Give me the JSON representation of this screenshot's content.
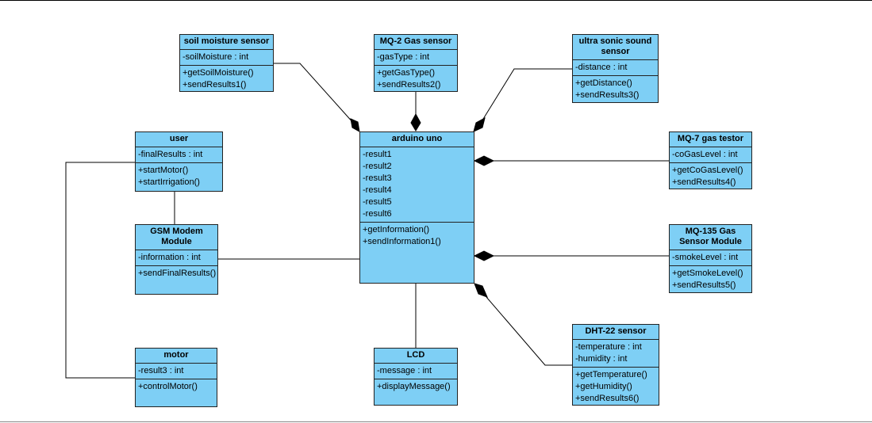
{
  "classes": {
    "soil": {
      "name": "soil moisture sensor",
      "attrs": [
        "-soilMoisture : int"
      ],
      "ops": [
        "+getSoilMoisture()",
        "+sendResults1()"
      ]
    },
    "mq2": {
      "name": "MQ-2 Gas sensor",
      "attrs": [
        "-gasType : int"
      ],
      "ops": [
        "+getGasType()",
        "+sendResults2()"
      ]
    },
    "ultra": {
      "name": "ultra sonic sound sensor",
      "attrs": [
        "-distance : int"
      ],
      "ops": [
        "+getDistance()",
        "+sendResults3()"
      ]
    },
    "user": {
      "name": "user",
      "attrs": [
        "-finalResults : int"
      ],
      "ops": [
        "+startMotor()",
        "+startIrrigation()"
      ]
    },
    "arduino": {
      "name": "arduino uno",
      "attrs": [
        "-result1",
        "-result2",
        "-result3",
        "-result4",
        "-result5",
        "-result6"
      ],
      "ops": [
        "+getInformation()",
        "+sendInformation1()"
      ]
    },
    "mq7": {
      "name": "MQ-7 gas testor",
      "attrs": [
        "-coGasLevel : int"
      ],
      "ops": [
        "+getCoGasLevel()",
        "+sendResults4()"
      ]
    },
    "gsm": {
      "name": "GSM Modem Module",
      "attrs": [
        "-information : int"
      ],
      "ops": [
        "+sendFinalResults()"
      ]
    },
    "mq135": {
      "name": "MQ-135 Gas Sensor Module",
      "attrs": [
        "-smokeLevel : int"
      ],
      "ops": [
        "+getSmokeLevel()",
        "+sendResults5()"
      ]
    },
    "motor": {
      "name": "motor",
      "attrs": [
        "-result3 : int"
      ],
      "ops": [
        "+controlMotor()"
      ]
    },
    "lcd": {
      "name": "LCD",
      "attrs": [
        "-message : int"
      ],
      "ops": [
        "+displayMessage()"
      ]
    },
    "dht": {
      "name": "DHT-22 sensor",
      "attrs": [
        "-temperature : int",
        "-humidity : int"
      ],
      "ops": [
        "+getTemperature()",
        "+getHumidity()",
        "+sendResults6()"
      ]
    }
  },
  "colors": {
    "class_fill": "#7ecff5",
    "border": "#222222",
    "line": "#000000"
  }
}
